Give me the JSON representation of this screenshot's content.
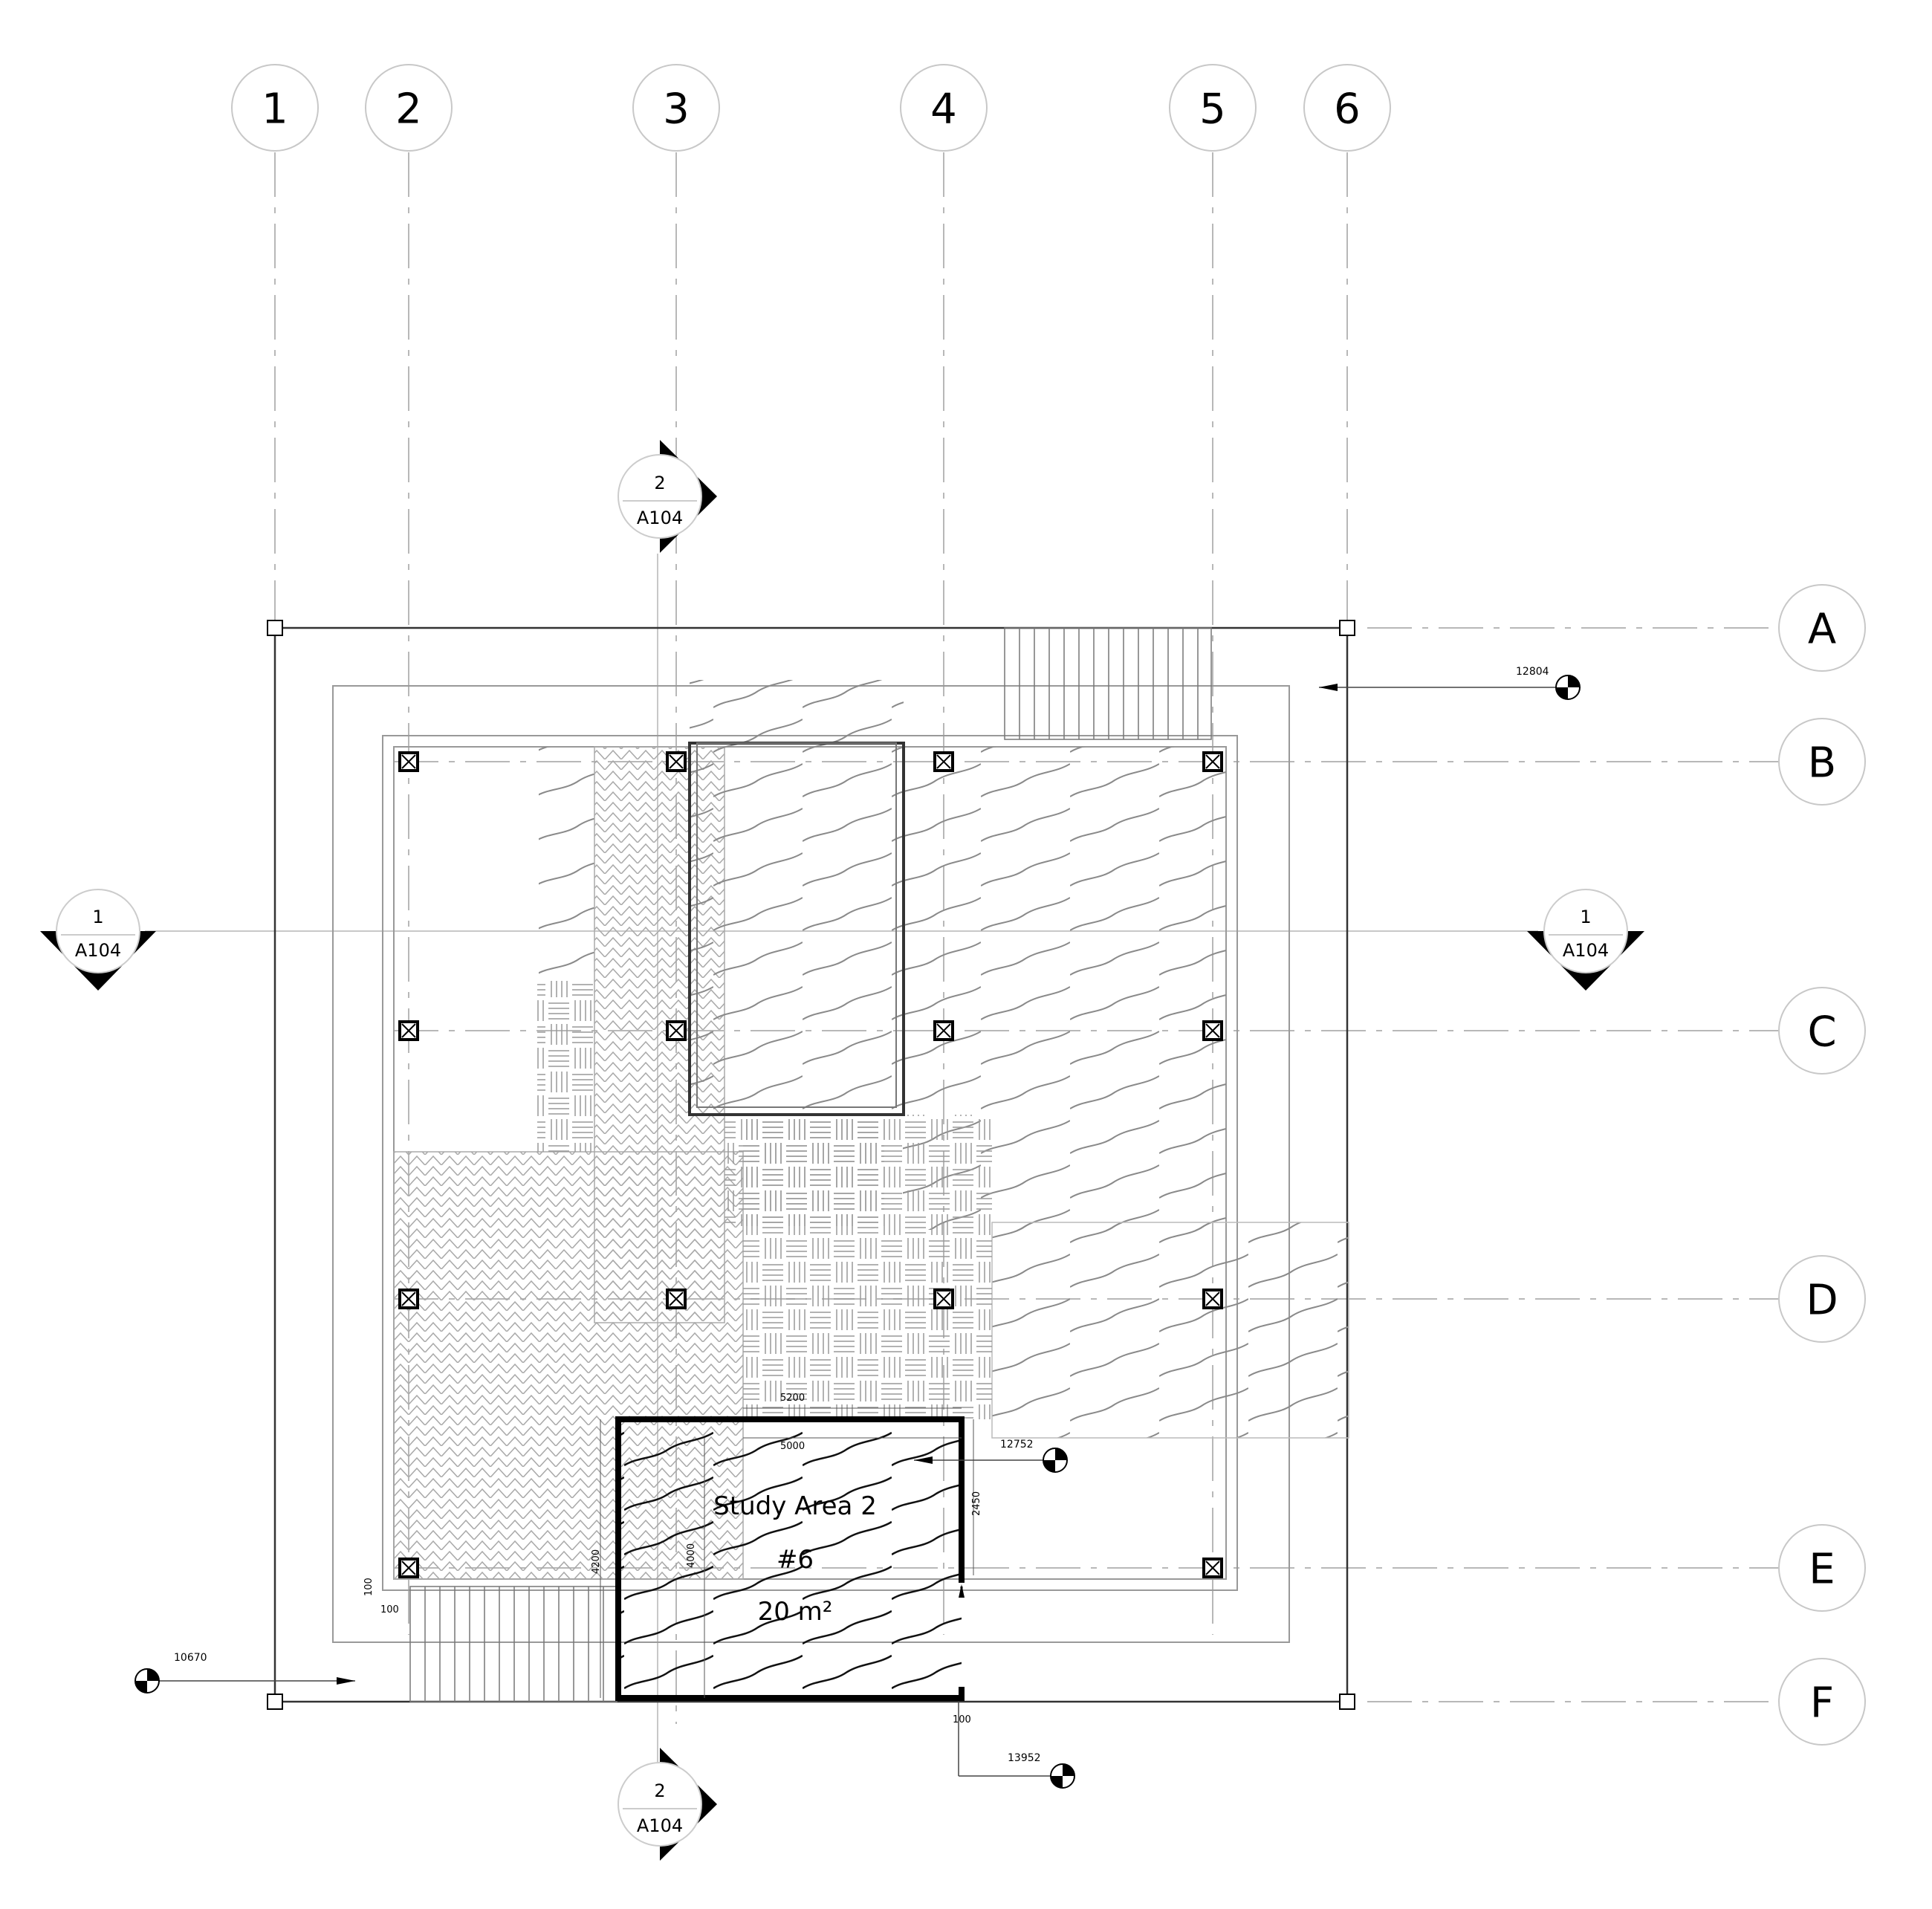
{
  "grid_columns": [
    "1",
    "2",
    "3",
    "4",
    "5",
    "6"
  ],
  "grid_rows": [
    "A",
    "B",
    "C",
    "D",
    "E",
    "F"
  ],
  "section_marks": {
    "top": {
      "number": "2",
      "sheet": "A104"
    },
    "bottom": {
      "number": "2",
      "sheet": "A104"
    },
    "left": {
      "number": "1",
      "sheet": "A104"
    },
    "right": {
      "number": "1",
      "sheet": "A104"
    }
  },
  "level_markers": {
    "top_right": "12804",
    "mid": "12752",
    "bottom_left": "10670",
    "bottom": "13952"
  },
  "dimensions": {
    "width_outer": "5200",
    "width_inner": "5000",
    "height_left": "4200",
    "height_inner": "4000",
    "opening": "2450",
    "offset_a": "100",
    "offset_b": "100",
    "offset_c": "100"
  },
  "room": {
    "name": "Study Area 2",
    "number": "#6",
    "area": "20 m²"
  }
}
